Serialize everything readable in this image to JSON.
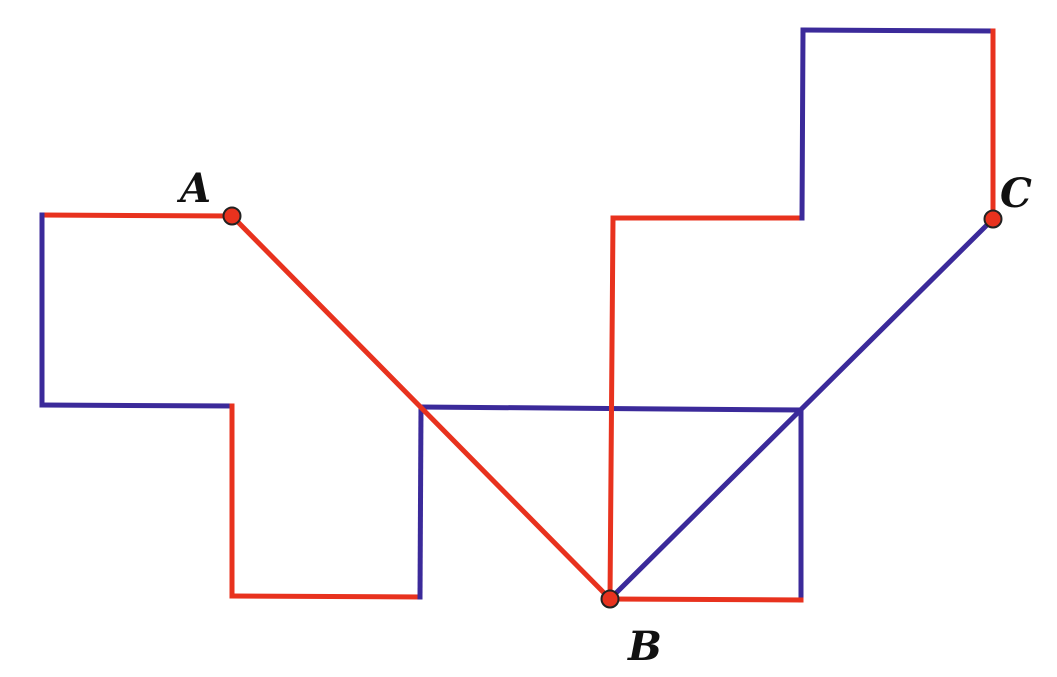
{
  "colors": {
    "red": "#e8321e",
    "blue": "#3b2a9a",
    "point": "#e8321e"
  },
  "points": [
    {
      "id": "A",
      "label": "A"
    },
    {
      "id": "B",
      "label": "B"
    },
    {
      "id": "C",
      "label": "C"
    }
  ],
  "segments": [
    {
      "id": "left-top-edge",
      "color": "red"
    },
    {
      "id": "left-outer-edge",
      "color": "blue"
    },
    {
      "id": "left-mid-edge",
      "color": "blue"
    },
    {
      "id": "left-inner-edge",
      "color": "red"
    },
    {
      "id": "left-bottom-edge",
      "color": "red"
    },
    {
      "id": "left-right-edge",
      "color": "blue"
    },
    {
      "id": "center-top-edge",
      "color": "blue"
    },
    {
      "id": "ab-diagonal",
      "color": "red"
    },
    {
      "id": "b-up-vertical",
      "color": "red"
    },
    {
      "id": "center-right-edge",
      "color": "blue"
    },
    {
      "id": "center-bottom-edge",
      "color": "red"
    },
    {
      "id": "bc-diagonal",
      "color": "blue"
    },
    {
      "id": "right-step-top",
      "color": "red"
    },
    {
      "id": "right-step-vertical",
      "color": "blue"
    },
    {
      "id": "right-top-edge",
      "color": "blue"
    },
    {
      "id": "right-outer-edge",
      "color": "red"
    }
  ]
}
